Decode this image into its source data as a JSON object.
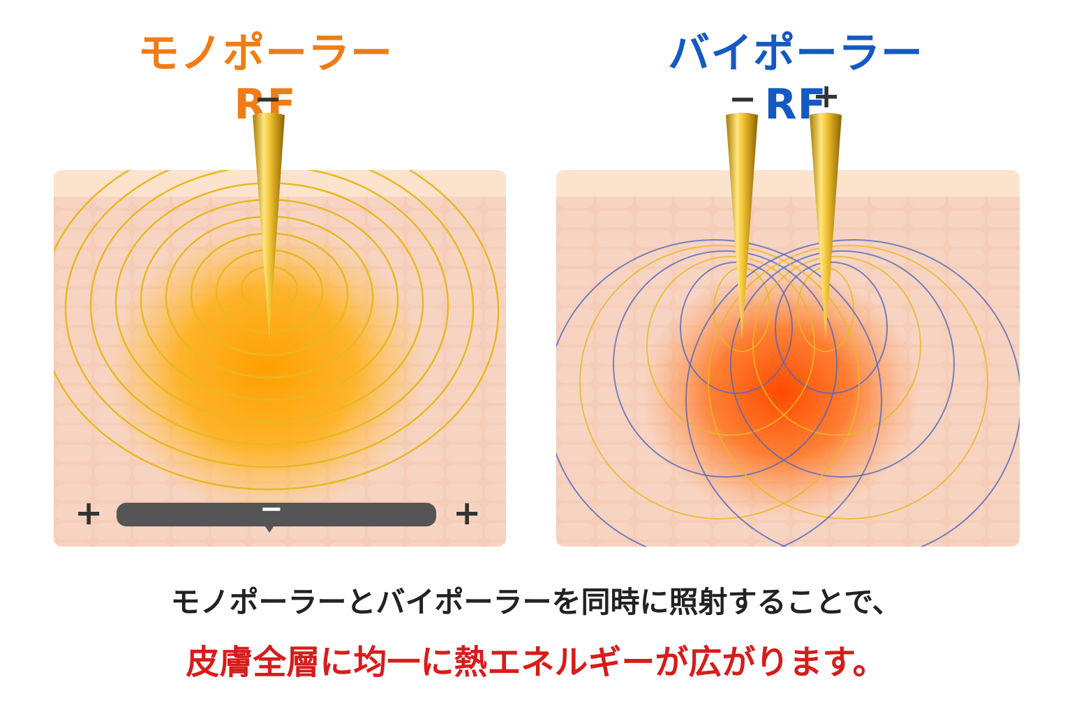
{
  "colors": {
    "mono": "#F07C14",
    "bipolar": "#1559C2",
    "caption2": "#D81B1B",
    "gold": "#E8B820",
    "skin": "#F6CDB8"
  },
  "monopolar": {
    "title": "モノポーラーRF",
    "electrode_sign": "−",
    "plate_left_sign": "+",
    "plate_center_sign": "−",
    "plate_right_sign": "+"
  },
  "bipolar": {
    "title": "バイポーラーRF",
    "left_sign": "−",
    "right_sign": "+"
  },
  "caption": {
    "line1": "モノポーラーとバイポーラーを同時に照射することで、",
    "line2": "皮膚全層に均一に熱エネルギーが広がります。"
  }
}
